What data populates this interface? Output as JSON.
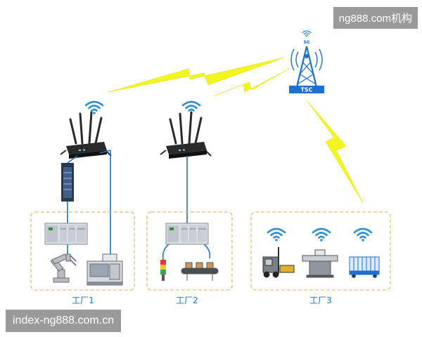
{
  "watermarks": {
    "top_right": "ng888.com机构",
    "bottom_left": "index-ng888.com.cn"
  },
  "tower": {
    "label": "TSC",
    "signal_label": "5G"
  },
  "factories": [
    {
      "label": "工厂1"
    },
    {
      "label": "工厂2"
    },
    {
      "label": "工厂3"
    }
  ],
  "colors": {
    "lightning": "#f2f51e",
    "wifi": "#2e8fd8",
    "box_border": "#e0c070",
    "link": "#1f6fd0",
    "router": "#2a2a2a",
    "tower": "#1f6fd0"
  }
}
